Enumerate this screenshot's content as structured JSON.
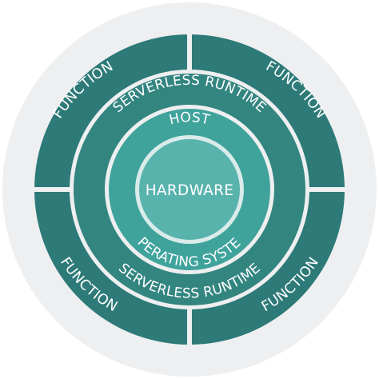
{
  "diagram": {
    "layers": {
      "hardware": "HARDWARE",
      "host": "HOST",
      "operating_system": "OPERATING SYSTEM",
      "serverless_runtime_top": "SERVERLESS RUNTIME",
      "serverless_runtime_bottom": "SERVERLESS RUNTIME"
    },
    "functions": [
      {
        "label": "FUNCTION"
      },
      {
        "label": "FUNCTION"
      },
      {
        "label": "FUNCTION"
      },
      {
        "label": "FUNCTION"
      }
    ]
  },
  "colors": {
    "outer_disc": "#eeeff0",
    "function_segment": "#2d7a78",
    "runtime_ring": "#338580",
    "host_ring": "#3fa39c",
    "hardware_core": "#58b3ad",
    "separator": "#ffffff"
  }
}
